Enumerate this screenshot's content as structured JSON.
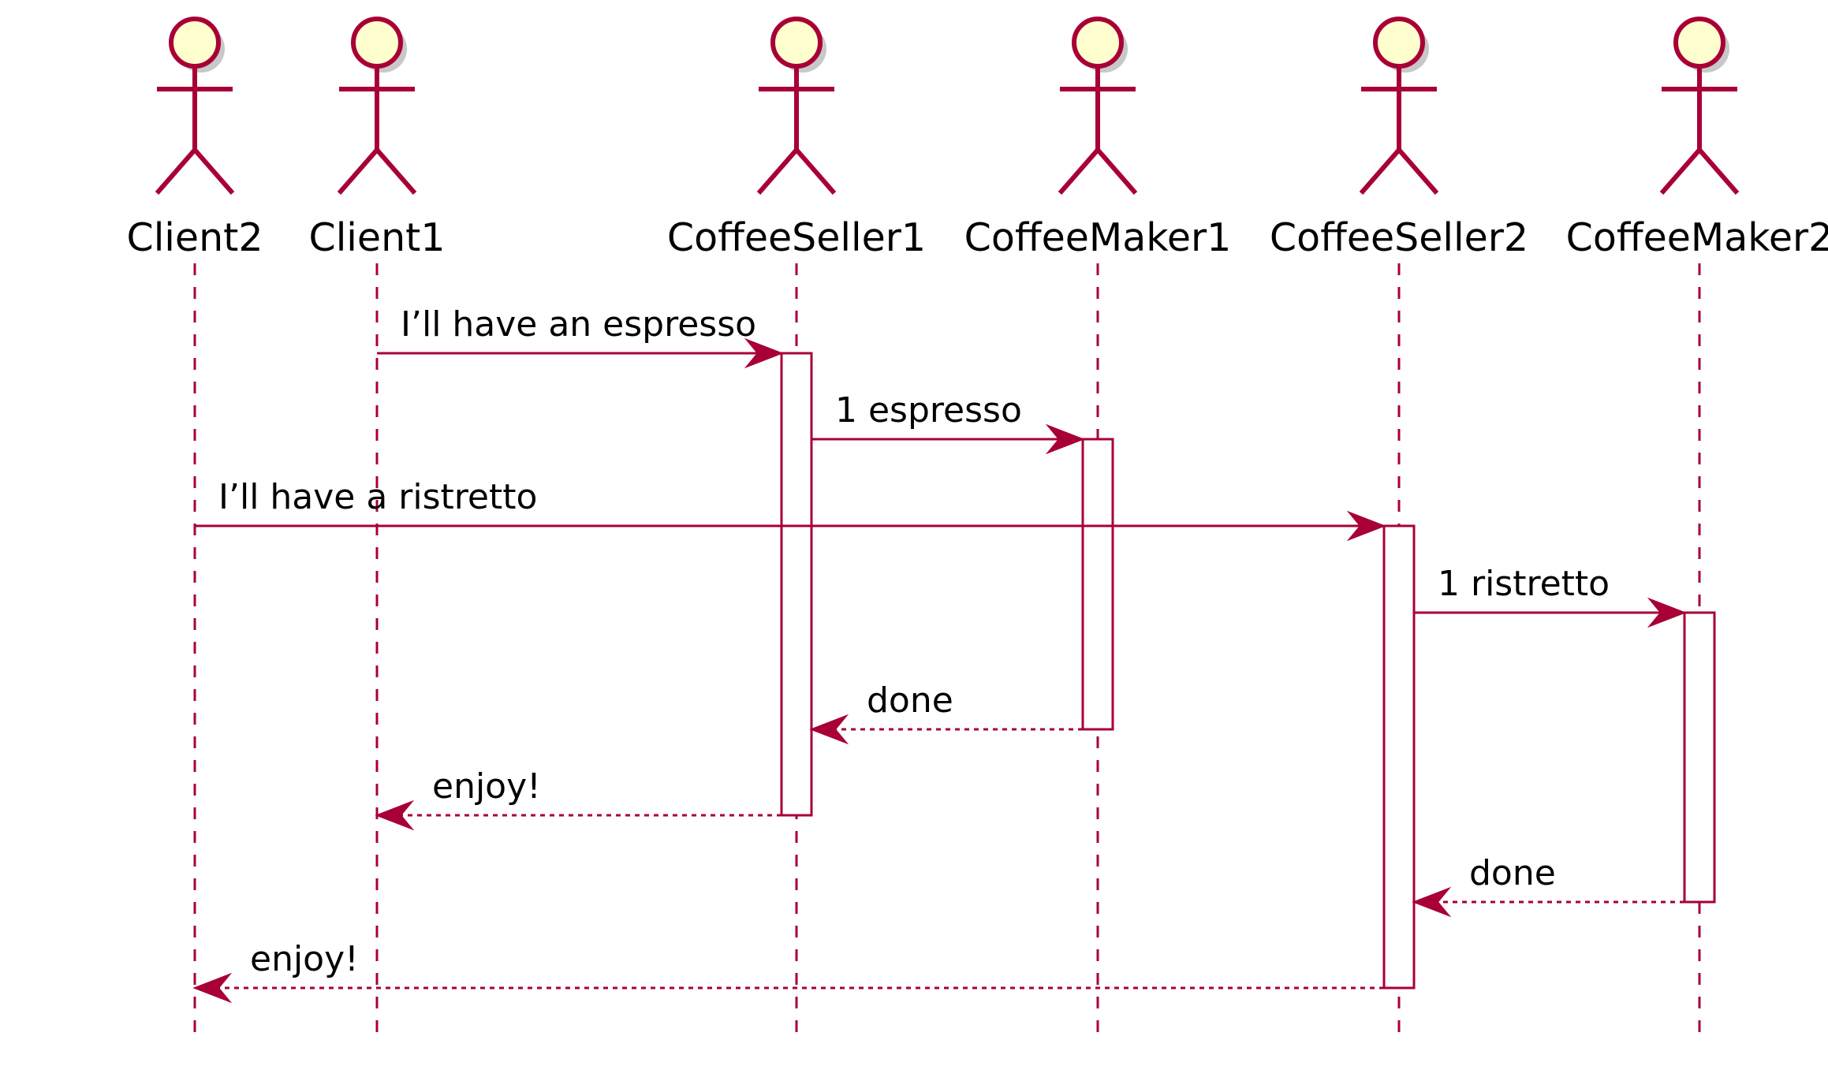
{
  "participants": [
    {
      "id": "client2",
      "name": "Client2",
      "type": "actor"
    },
    {
      "id": "client1",
      "name": "Client1",
      "type": "actor"
    },
    {
      "id": "seller1",
      "name": "CoffeeSeller1",
      "type": "actor"
    },
    {
      "id": "maker1",
      "name": "CoffeeMaker1",
      "type": "actor"
    },
    {
      "id": "seller2",
      "name": "CoffeeSeller2",
      "type": "actor"
    },
    {
      "id": "maker2",
      "name": "CoffeeMaker2",
      "type": "actor"
    }
  ],
  "messages": [
    {
      "from": "client1",
      "to": "seller1",
      "label": "I’ll have an espresso",
      "kind": "sync"
    },
    {
      "from": "seller1",
      "to": "maker1",
      "label": "1 espresso",
      "kind": "sync"
    },
    {
      "from": "client2",
      "to": "seller2",
      "label": "I’ll have a ristretto",
      "kind": "sync"
    },
    {
      "from": "seller2",
      "to": "maker2",
      "label": "1 ristretto",
      "kind": "sync"
    },
    {
      "from": "maker1",
      "to": "seller1",
      "label": "done",
      "kind": "reply"
    },
    {
      "from": "seller1",
      "to": "client1",
      "label": "enjoy!",
      "kind": "reply"
    },
    {
      "from": "maker2",
      "to": "seller2",
      "label": "done",
      "kind": "reply"
    },
    {
      "from": "seller2",
      "to": "client2",
      "label": "enjoy!",
      "kind": "reply"
    }
  ],
  "activations": [
    {
      "participant": "seller1",
      "from_message": 0,
      "to_message": 5
    },
    {
      "participant": "maker1",
      "from_message": 1,
      "to_message": 4
    },
    {
      "participant": "seller2",
      "from_message": 2,
      "to_message": 7
    },
    {
      "participant": "maker2",
      "from_message": 3,
      "to_message": 6
    }
  ],
  "colors": {
    "line": "#a80036",
    "actor_fill": "#fefece",
    "activation_fill": "#ffffff",
    "text": "#000000"
  }
}
